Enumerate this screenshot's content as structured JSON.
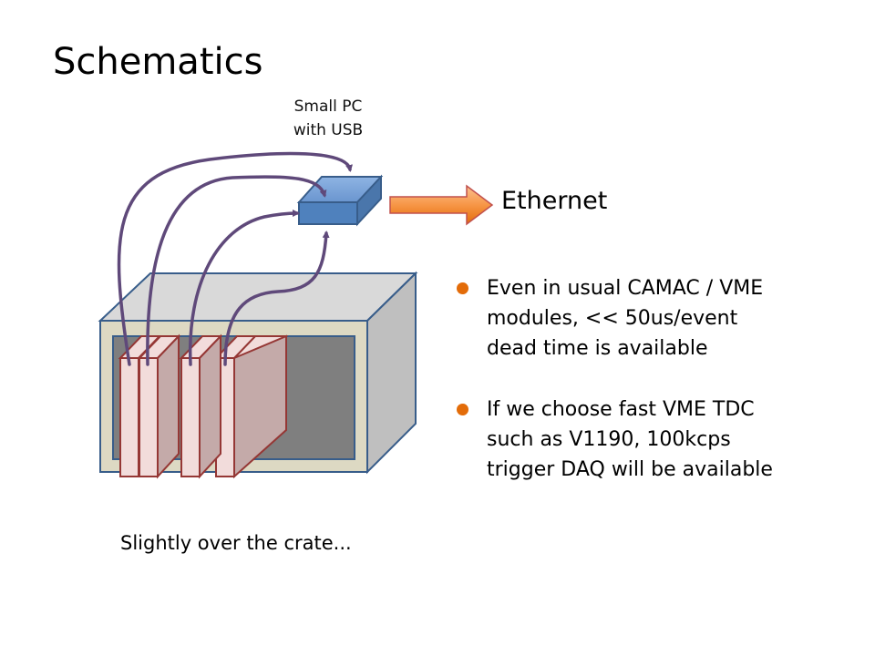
{
  "slide": {
    "title": "Schematics",
    "pc_label_line1": "Small PC",
    "pc_label_line2": "with USB",
    "ethernet_label": "Ethernet",
    "bullets": [
      {
        "line1": "Even in usual CAMAC / VME",
        "line2": "modules, << 50us/event",
        "line3": "dead time is available"
      },
      {
        "line1": "If we choose fast VME TDC",
        "line2": "such as V1190, 100kcps",
        "line3": "trigger DAQ will be available"
      }
    ],
    "caption": "Slightly over the crate..."
  },
  "colors": {
    "bullet": "#e36c09",
    "cable": "#5f497a",
    "pc_box": "#4f81bd",
    "arrow": "#f79646",
    "crate_frame": "#ddd9c3",
    "module": "#f2dcdb",
    "module_border": "#953735"
  }
}
